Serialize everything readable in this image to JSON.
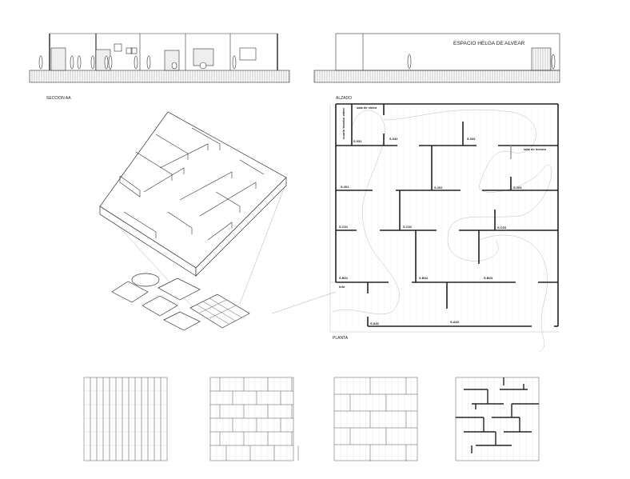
{
  "section": {
    "caption": "SECCION AA"
  },
  "elevation": {
    "caption": "ALZADO",
    "title": "ESPACIO HELGA DE ALVEAR"
  },
  "plan": {
    "caption": "PLANTA",
    "rooms": {
      "sala_video": "sala de video",
      "cuarto_tecnico": "cuarto tecnico video",
      "s031": "S.031",
      "s032": "S.032",
      "s033": "S.033",
      "sala_lectura": "sala de lectura",
      "s201": "S.201",
      "s202": "S.202",
      "s203": "S.203",
      "sc01": "S.C01",
      "sc02": "S.C02",
      "sc03": "S.C03",
      "sb01": "S.B01",
      "sb02": "S.B02",
      "sb03": "S.B03",
      "info": "info",
      "sa01": "S.A01",
      "sa02": "S.A02"
    }
  }
}
